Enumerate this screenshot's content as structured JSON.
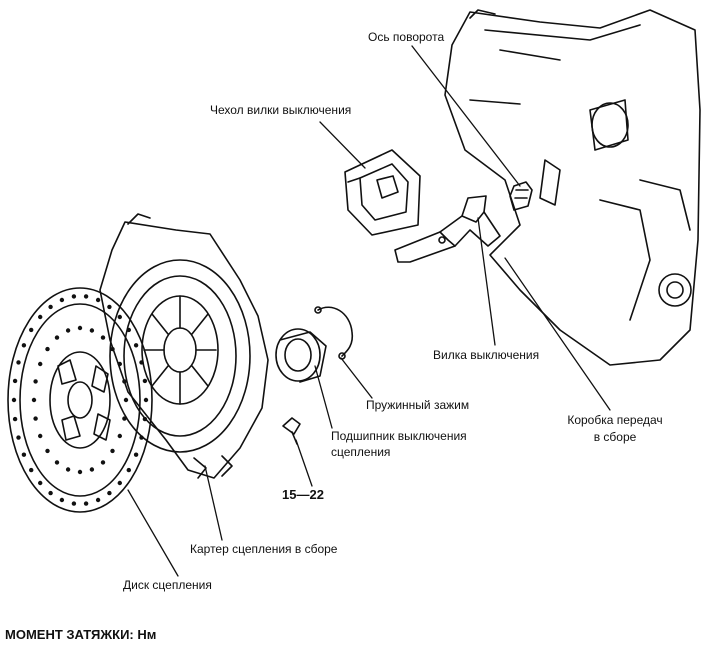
{
  "labels": {
    "pivot_axis": "Ось поворота",
    "fork_boot": "Чехол вилки выключения",
    "release_fork": "Вилка выключения",
    "spring_clip": "Пружинный зажим",
    "release_bearing_line1": "Подшипник выключения",
    "release_bearing_line2": "сцепления",
    "transmission_line1": "Коробка передач",
    "transmission_line2": "в сборе",
    "torque_value": "15—22",
    "clutch_cover": "Картер сцепления в сборе",
    "clutch_disc": "Диск сцепления"
  },
  "footer": {
    "torque_heading": "МОМЕНТ ЗАТЯЖКИ: Нм"
  }
}
